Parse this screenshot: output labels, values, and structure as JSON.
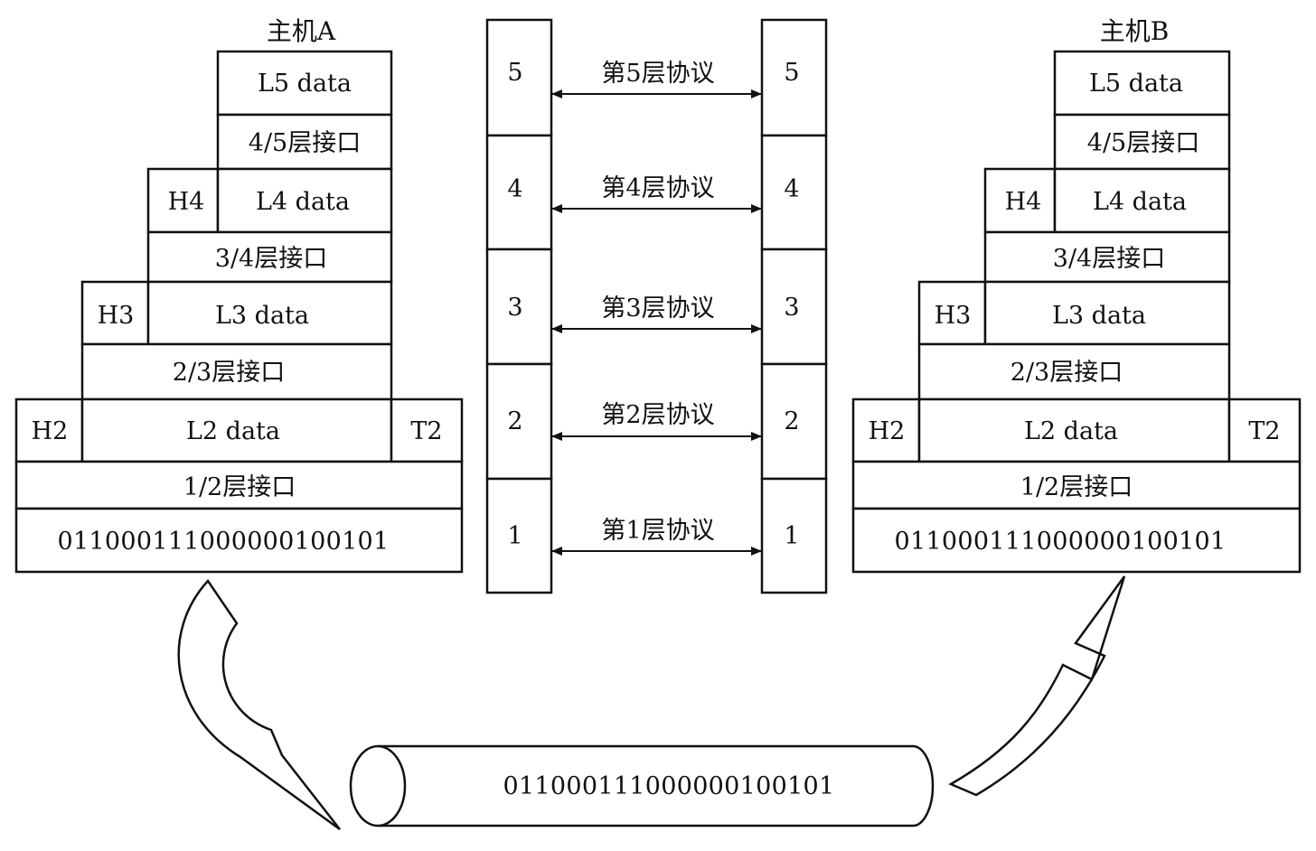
{
  "hosts": {
    "a": {
      "title": "主机A",
      "l5": "L5 data",
      "if45": "4/5层接口",
      "h4": "H4",
      "l4": "L4 data",
      "if34": "3/4层接口",
      "h3": "H3",
      "l3": "L3 data",
      "if23": "2/3层接口",
      "h2": "H2",
      "l2": "L2 data",
      "t2": "T2",
      "if12": "1/2层接口",
      "bits": "011000111000000100101"
    },
    "b": {
      "title": "主机B",
      "l5": "L5 data",
      "if45": "4/5层接口",
      "h4": "H4",
      "l4": "L4 data",
      "if34": "3/4层接口",
      "h3": "H3",
      "l3": "L3 data",
      "if23": "2/3层接口",
      "h2": "H2",
      "l2": "L2 data",
      "t2": "T2",
      "if12": "1/2层接口",
      "bits": "011000111000000100101"
    }
  },
  "layers": {
    "left": [
      "5",
      "4",
      "3",
      "2",
      "1"
    ],
    "right": [
      "5",
      "4",
      "3",
      "2",
      "1"
    ],
    "protocols": [
      "第5层协议",
      "第4层协议",
      "第3层协议",
      "第2层协议",
      "第1层协议"
    ]
  },
  "medium": {
    "bits": "011000111000000100101"
  }
}
